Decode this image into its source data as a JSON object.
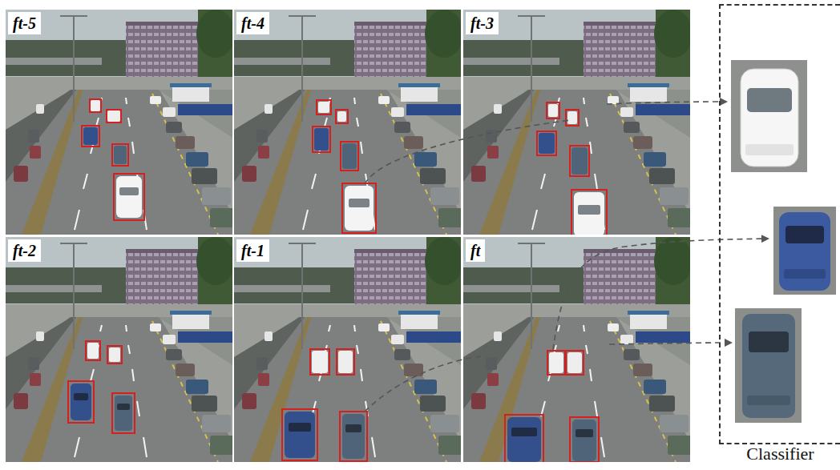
{
  "diagram": {
    "nodes": [
      {
        "text": [
          "ft-5"
        ]
      },
      {
        "text": [
          "ft-4"
        ]
      },
      {
        "text": [
          "ft-3"
        ]
      },
      {
        "text": [
          "ft-2"
        ]
      },
      {
        "text": [
          "ft-1"
        ]
      },
      {
        "text": [
          "ft"
        ]
      },
      {
        "text": [
          "Classifier"
        ]
      }
    ]
  }
}
